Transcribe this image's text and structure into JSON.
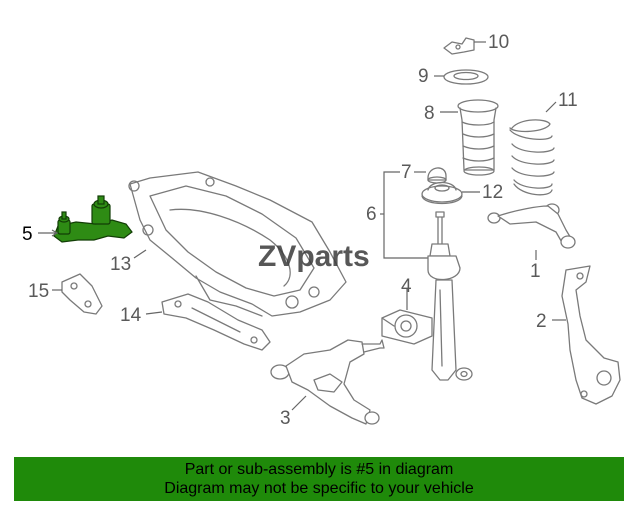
{
  "diagram": {
    "watermark": "ZVparts",
    "highlight_color": "#2e8b14",
    "highlighted_callout": "5",
    "callouts": [
      {
        "id": "c1",
        "text": "1"
      },
      {
        "id": "c2",
        "text": "2"
      },
      {
        "id": "c3",
        "text": "3"
      },
      {
        "id": "c4",
        "text": "4"
      },
      {
        "id": "c5",
        "text": "5"
      },
      {
        "id": "c6",
        "text": "6"
      },
      {
        "id": "c7",
        "text": "7"
      },
      {
        "id": "c8",
        "text": "8"
      },
      {
        "id": "c9",
        "text": "9"
      },
      {
        "id": "c10",
        "text": "10"
      },
      {
        "id": "c11",
        "text": "11"
      },
      {
        "id": "c12",
        "text": "12"
      },
      {
        "id": "c13",
        "text": "13"
      },
      {
        "id": "c14",
        "text": "14"
      },
      {
        "id": "c15",
        "text": "15"
      }
    ]
  },
  "banner": {
    "line1": "Part or sub-assembly is #5 in diagram",
    "line2": "Diagram may not be specific to your vehicle",
    "background": "#1f8a0a"
  }
}
